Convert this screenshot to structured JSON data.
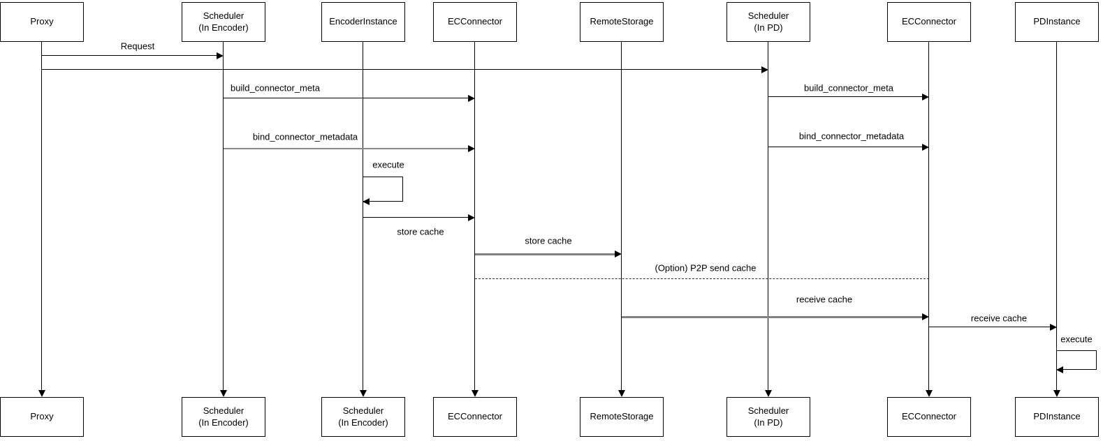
{
  "diagram": {
    "type": "sequence-diagram",
    "colors": {
      "background": "#ffffff",
      "line": "#000000",
      "gray_line": "#808080",
      "text": "#000000"
    },
    "participants_top": [
      "Proxy",
      "Scheduler\n(In Encoder)",
      "EncoderInstance",
      "ECConnector",
      "RemoteStorage",
      "Scheduler\n(In PD)",
      "ECConnector",
      "PDInstance"
    ],
    "participants_bottom": [
      "Proxy",
      "Scheduler\n(In Encoder)",
      "Scheduler\n(In Encoder)",
      "ECConnector",
      "RemoteStorage",
      "Scheduler\n(In PD)",
      "ECConnector",
      "PDInstance"
    ],
    "messages": [
      {
        "label": "Request",
        "from": "Proxy",
        "to": "Scheduler (In Encoder)",
        "style": "solid-black"
      },
      {
        "label": "",
        "from": "Proxy",
        "to": "Scheduler (In PD)",
        "style": "solid-black"
      },
      {
        "label": "build_connector_meta",
        "from": "Scheduler (In Encoder)",
        "to": "ECConnector",
        "style": "solid-black"
      },
      {
        "label": "build_connector_meta",
        "from": "Scheduler (In PD)",
        "to": "ECConnector",
        "style": "solid-black"
      },
      {
        "label": "bind_connector_metadata",
        "from": "Scheduler (In Encoder)",
        "to": "ECConnector",
        "style": "solid-gray"
      },
      {
        "label": "bind_connector_metadata",
        "from": "Scheduler (In PD)",
        "to": "ECConnector",
        "style": "solid-black"
      },
      {
        "label": "execute",
        "from": "EncoderInstance",
        "to": "EncoderInstance",
        "style": "self-loop"
      },
      {
        "label": "store cache",
        "from": "EncoderInstance",
        "to": "ECConnector",
        "style": "solid-black-label-below"
      },
      {
        "label": "store cache",
        "from": "ECConnector",
        "to": "RemoteStorage",
        "style": "solid-gray-thick"
      },
      {
        "label": "(Option) P2P send cache",
        "from": "ECConnector",
        "to": "ECConnector (PD)",
        "style": "dashed-no-head"
      },
      {
        "label": "receive cache",
        "from": "RemoteStorage",
        "to": "ECConnector (PD)",
        "style": "solid-gray-thick"
      },
      {
        "label": "receive cache",
        "from": "ECConnector (PD)",
        "to": "PDInstance",
        "style": "solid-black"
      },
      {
        "label": "execute",
        "from": "PDInstance",
        "to": "PDInstance",
        "style": "self-loop"
      }
    ]
  }
}
